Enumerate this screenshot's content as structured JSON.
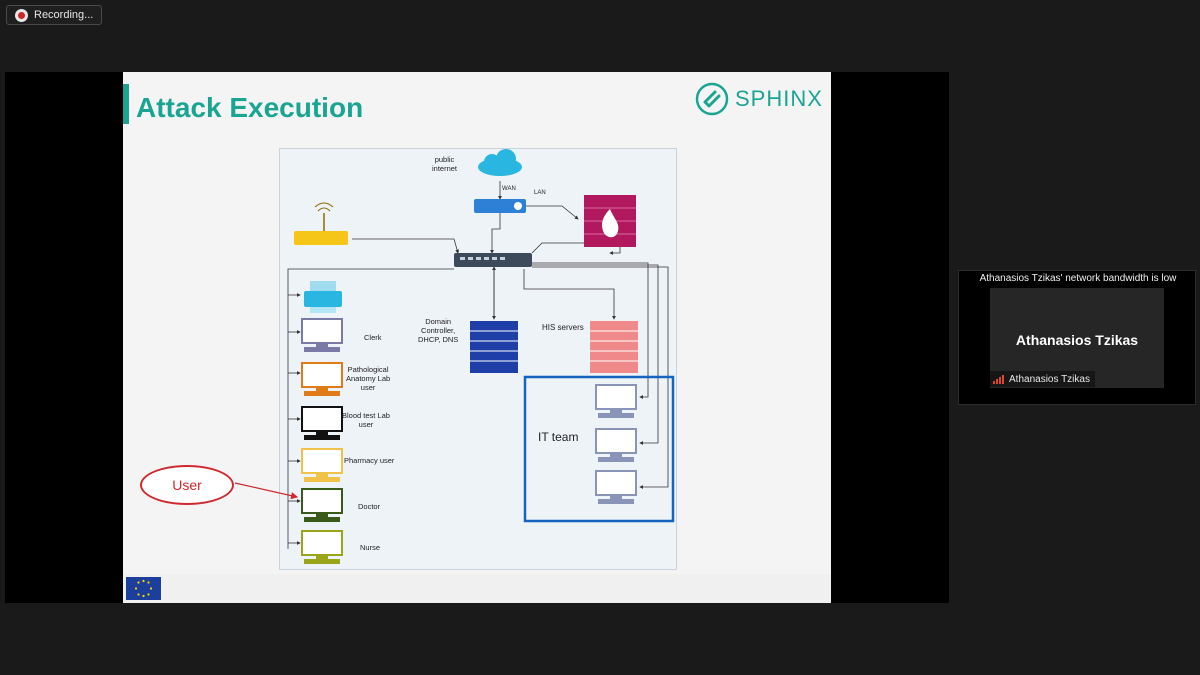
{
  "recording": {
    "label": "Recording..."
  },
  "slide": {
    "title": "Attack Execution",
    "logo_text": "SPHINX"
  },
  "diagram": {
    "public_internet": "public\ninternet",
    "wan": "WAN",
    "lan": "LAN",
    "domain_controller": "Domain\nController,\nDHCP, DNS",
    "his_servers": "HIS servers",
    "it_team": "IT team",
    "workstations": [
      "Clerk",
      "Pathological\nAnatomy Lab\nuser",
      "Blood test Lab\nuser",
      "Pharmacy user",
      "Doctor",
      "Nurse"
    ],
    "user_callout": "User"
  },
  "colors": {
    "accent": "#1aa593",
    "firewall": "#b2185e",
    "server_blue": "#1e3fa8",
    "his_red": "#e57373",
    "it_border": "#1565c0",
    "callout": "#d0282f"
  },
  "participant": {
    "bandwidth_warning": "Athanasios Tzikas' network bandwidth is low",
    "name": "Athanasios Tzikas",
    "tag_name": "Athanasios Tzikas"
  }
}
